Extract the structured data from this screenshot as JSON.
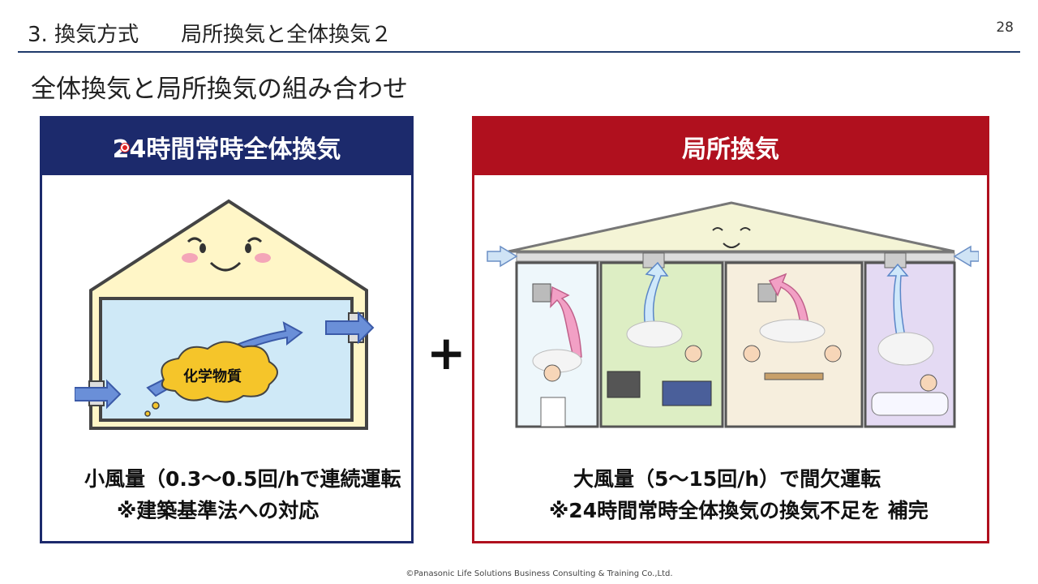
{
  "header": {
    "title": "3. 換気方式　　局所換気と全体換気２",
    "page_number": "28"
  },
  "subtitle": "全体換気と局所換気の組み合わせ",
  "left_panel": {
    "title": "24時間常時全体換気",
    "cloud_label": "化学物質",
    "caption_line1": "小風量（0.3～0.5回/hで連続運転",
    "caption_line2": "※建築基準法への対応",
    "color": "#1c2a6c"
  },
  "plus_sign": "+",
  "right_panel": {
    "title": "局所換気",
    "caption_line1": "大風量（5～15回/h）で間欠運転",
    "caption_line2": "※24時間常時全体換気の換気不足を 補完",
    "color": "#b0101e"
  },
  "footer": {
    "copyright": "©Panasonic Life Solutions Business Consulting & Training Co.,Ltd."
  }
}
